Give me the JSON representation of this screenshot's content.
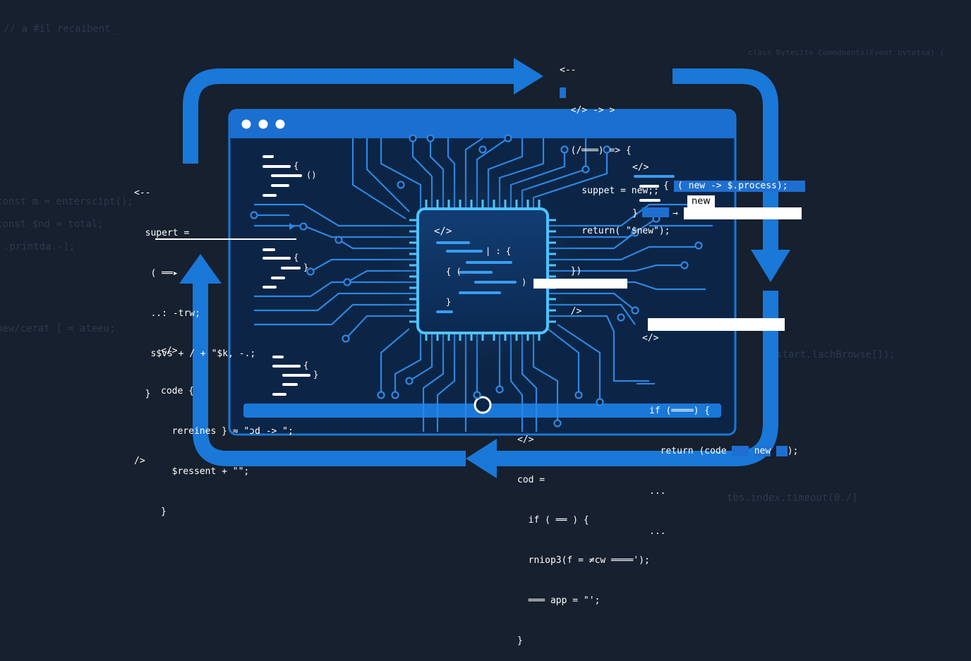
{
  "colors": {
    "background": "#16202e",
    "accent": "#1a78d8",
    "accent_light": "#3ea0f0",
    "window_header": "#1a6fd0",
    "window_body": "#0c2546",
    "chip_glow": "#4fc3ff"
  },
  "window": {
    "controls": [
      "dot",
      "dot",
      "dot"
    ]
  },
  "chip": {
    "tag": "</>",
    "line1": "| : {",
    "line2": "{ (",
    "line3": ")",
    "line4": "}"
  },
  "snippets": {
    "top_center": {
      "lines": [
        "<--",
        "  </> -> >",
        "  (/═══) => {",
        "    suppet = new;;",
        "    return( \"$new\");",
        "  })",
        "  />"
      ]
    },
    "left_upper": {
      "lines": [
        "<--",
        "  supert =",
        "   ( ══▸",
        "   ..: -trw;",
        "   s$vs + / + \"$k, -.;",
        "  }",
        "",
        "/>"
      ]
    },
    "left_lower": {
      "lines": [
        "</>",
        "code {",
        "  rereines } ≈ \"ɔd -> \";",
        "  $ressent + \"\";",
        "}"
      ]
    },
    "bottom_center": {
      "lines": [
        "</>",
        "cod =",
        "  if ( ══ ) {",
        "  rniop3(f = ≠cw ════');",
        "  ═══ app = \"';",
        "}"
      ]
    },
    "right_upper": {
      "tag": "</>",
      "line2": "( new -> $.process);",
      "label": "new"
    },
    "right_lower": {
      "tag": "</>",
      "lines": [
        "if (════) {",
        "  return (code",
        "...",
        "..."
      ],
      "new_word": "new",
      "tail": ");"
    }
  },
  "inner_code_left": {
    "brace_paren": "{ ()",
    "brace": "{",
    "close": "}"
  },
  "background_code": [
    "// a #il recaibent_",
    "const m = enterscipt();",
    "const $nd = total;",
    ".printda.-];",
    "new/cerat [ = ateeu;",
    "class Bytesite Commdnents(Event bytetsa) {",
    "start.lachBrowse[]);",
    "tbs.index.timeout(0./]"
  ]
}
